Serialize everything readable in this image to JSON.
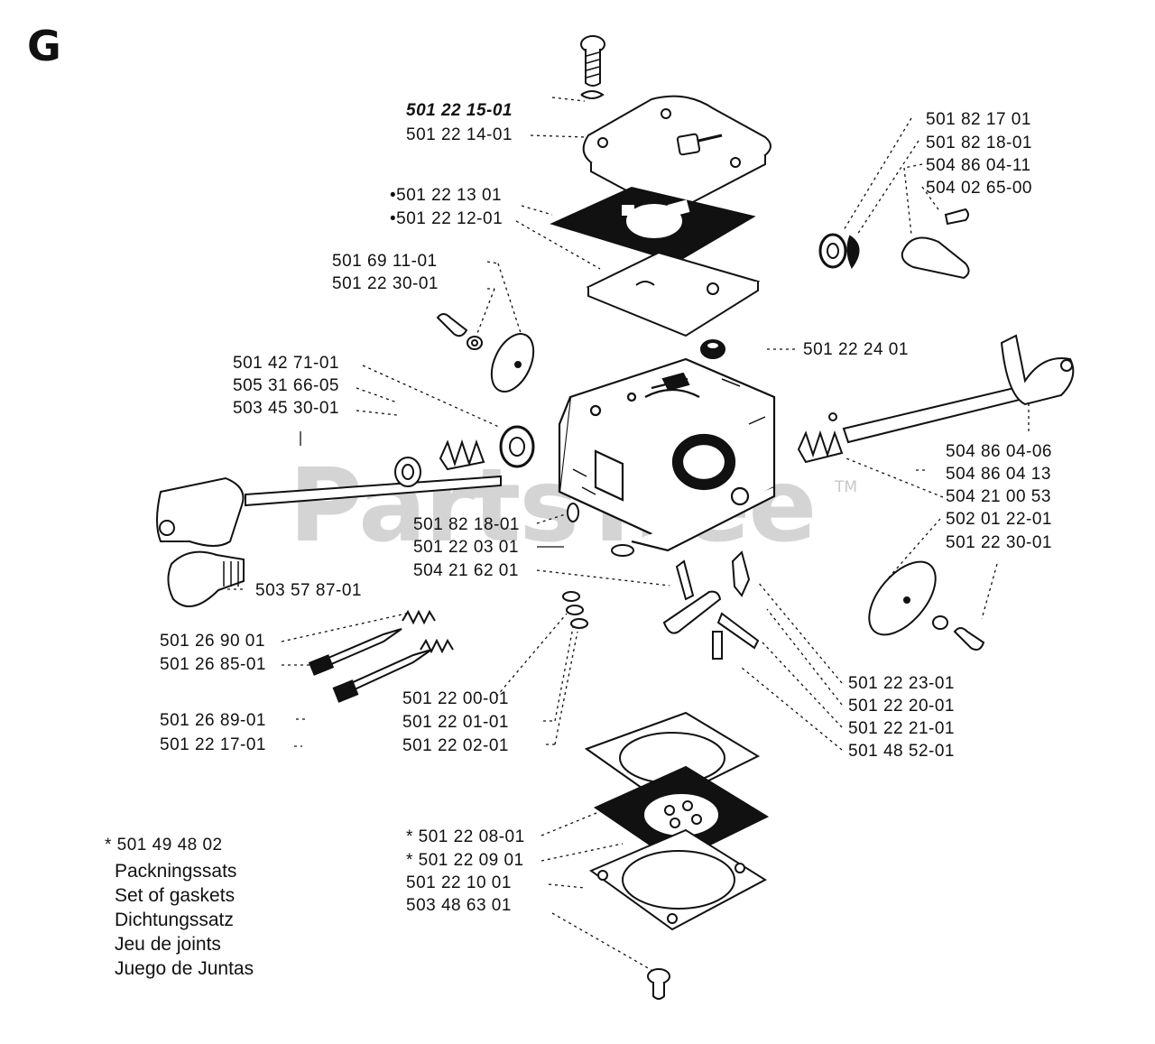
{
  "diagram": {
    "section_letter": "G",
    "watermark": "PartsTree",
    "trademark": "TM",
    "labels": {
      "p_501221501": "501 22 15-01",
      "p_501221401": "501 22 14-01",
      "p_501221301": "•501 22 13 01",
      "p_501221201": "•501 22 12-01",
      "p_501691101": "501 69 11-01",
      "p_501223001a": "501 22 30-01",
      "p_501427101": "501 42 71-01",
      "p_505316605": "505 31 66-05",
      "p_503453001": "503 45 30-01",
      "p_501821701": "501 82 17 01",
      "p_501821801a": "501 82 18-01",
      "p_504860411": "504 86 04-11",
      "p_504026500": "504 02 65-00",
      "p_501222401": "501 22 24 01",
      "p_504860406": "504 86 04-06",
      "p_504860413": "504 86 04 13",
      "p_504210053": "504 21 00 53",
      "p_502012201": "502 01 22-01",
      "p_501223001b": "501 22 30-01",
      "p_501821801b": "501 82 18-01",
      "p_501220301": "501 22 03 01",
      "p_504216201": "504 21 62 01",
      "p_503578701": "503 57 87-01",
      "p_501269001": "501 26 90 01",
      "p_501268501": "501 26 85-01",
      "p_501268901": "501 26 89-01",
      "p_501221701": "501 22 17-01",
      "p_501220001": "501 22 00-01",
      "p_501220101": "501 22 01-01",
      "p_501220201": "501 22 02-01",
      "p_501222301": "501 22 23-01",
      "p_501222001": "501 22 20-01",
      "p_501222101": "501 22 21-01",
      "p_501485201": "501 48 52-01",
      "p_501220801": "* 501 22 08-01",
      "p_501220901": "* 501 22 09 01",
      "p_501221001": "501 22 10 01",
      "p_503486301": "503 48 63 01"
    },
    "gasket_kit": {
      "part_number": "* 501 49 48 02",
      "names": [
        "Packningssats",
        "Set of gaskets",
        "Dichtungssatz",
        "Jeu de joints",
        "Juego de Juntas"
      ]
    }
  }
}
